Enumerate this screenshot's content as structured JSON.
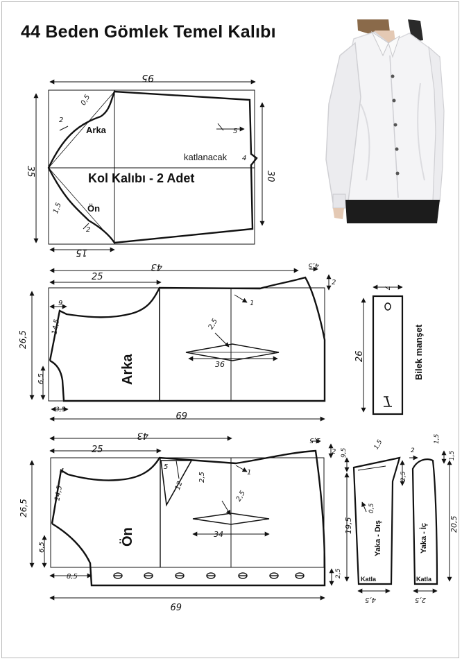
{
  "title": "44 Beden Gömlek Temel Kalıbı",
  "sleeve": {
    "label_back": "Arka",
    "label_front": "Ön",
    "caption": "Kol Kalıbı - 2 Adet",
    "fold_note": "katlanacak",
    "dim_width_top": "95",
    "dim_height_left": "35",
    "dim_height_right": "30",
    "dim_bottom": "15",
    "dim_curve_top": "0,5",
    "dim_curve_2a": "2",
    "dim_curve_2b": "2",
    "dim_curve_15": "1,5",
    "dim_cuff_5": "5",
    "dim_fold_4": "4"
  },
  "back": {
    "label": "Arka",
    "dim_top_long": "43",
    "dim_top_short": "25",
    "dim_corner": "4,5",
    "dim_right_small": "2",
    "dim_neck_w": "9",
    "dim_shoulder": "14,5",
    "dim_height": "26,5",
    "dim_lower": "6,5",
    "dim_bottom": "69",
    "dim_dart_w": "36",
    "dim_dart_h": "2,5",
    "dim_bottom_small": "3,5",
    "dim_inner_1": "1"
  },
  "front": {
    "label": "Ön",
    "dim_top_long": "43",
    "dim_top_short": "25",
    "dim_corner": "1,5",
    "dim_right_small": "2",
    "dim_neck_w": "4",
    "dim_shoulder": "14,5",
    "dim_height": "26,5",
    "dim_lower": "6,5",
    "dim_bottom": "69",
    "dim_left_bottom": "8,5",
    "dim_dart_w": "34",
    "dim_dart_h": "2,5",
    "dim_pleat_5": "5",
    "dim_pleat_12": "12",
    "dim_pleat_25": "2,5",
    "dim_placket": "2,5",
    "dim_inner_1": "1"
  },
  "cuff": {
    "label": "Bilek manşet",
    "dim_width": "7",
    "dim_length": "26"
  },
  "collar_outer": {
    "label": "Yaka - Dış",
    "fold": "Katla",
    "dim_top_left": "9,5",
    "dim_top_right": "1,5",
    "dim_height": "19,5",
    "dim_mid": "0,5",
    "dim_bottom": "4,5",
    "dim_right": "2,5"
  },
  "collar_inner": {
    "label": "Yaka - İç",
    "fold": "Katla",
    "dim_top_left": "2",
    "dim_top_right": "1,5",
    "dim_right": "1,5",
    "dim_height": "20,5",
    "dim_bottom": "2,5"
  },
  "photo": {
    "description_icon": "shirt-photo"
  }
}
